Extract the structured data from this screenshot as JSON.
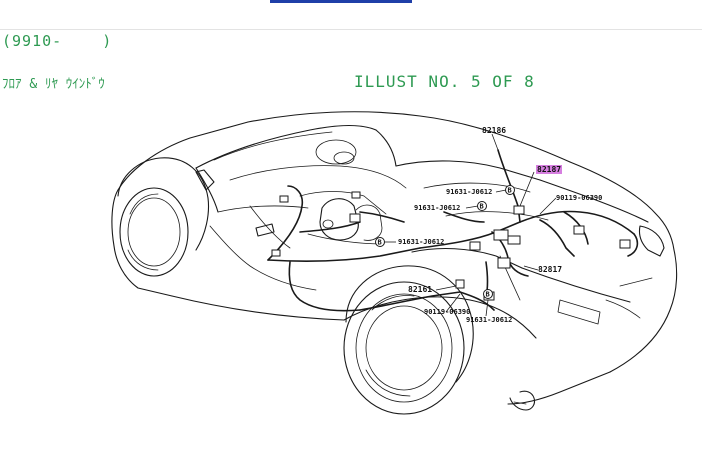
{
  "header": {
    "date_range": "(9910-    )",
    "section_name": "ﾌﾛｱ & ﾘﾔ ｳｲﾝﾄﾞｳ",
    "illust_no": "ILLUST NO. 5 OF 8"
  },
  "colors": {
    "header_text": "#2e9a52",
    "highlight": "#d67fe0",
    "tab_accent": "#1f3fa8"
  },
  "callouts": {
    "c82186": "82186",
    "c82187": "82187",
    "c91631_top": "91631-J0612",
    "c90119_right": "90119-06390",
    "c91631_left": "91631-J0612",
    "c91631_mid": "91631-J0612",
    "c82817": "82817",
    "c82161": "82161",
    "c90119_bottom": "90119-06390",
    "c91631_bottom": "91631-J0612"
  },
  "markers": {
    "b": "B"
  }
}
